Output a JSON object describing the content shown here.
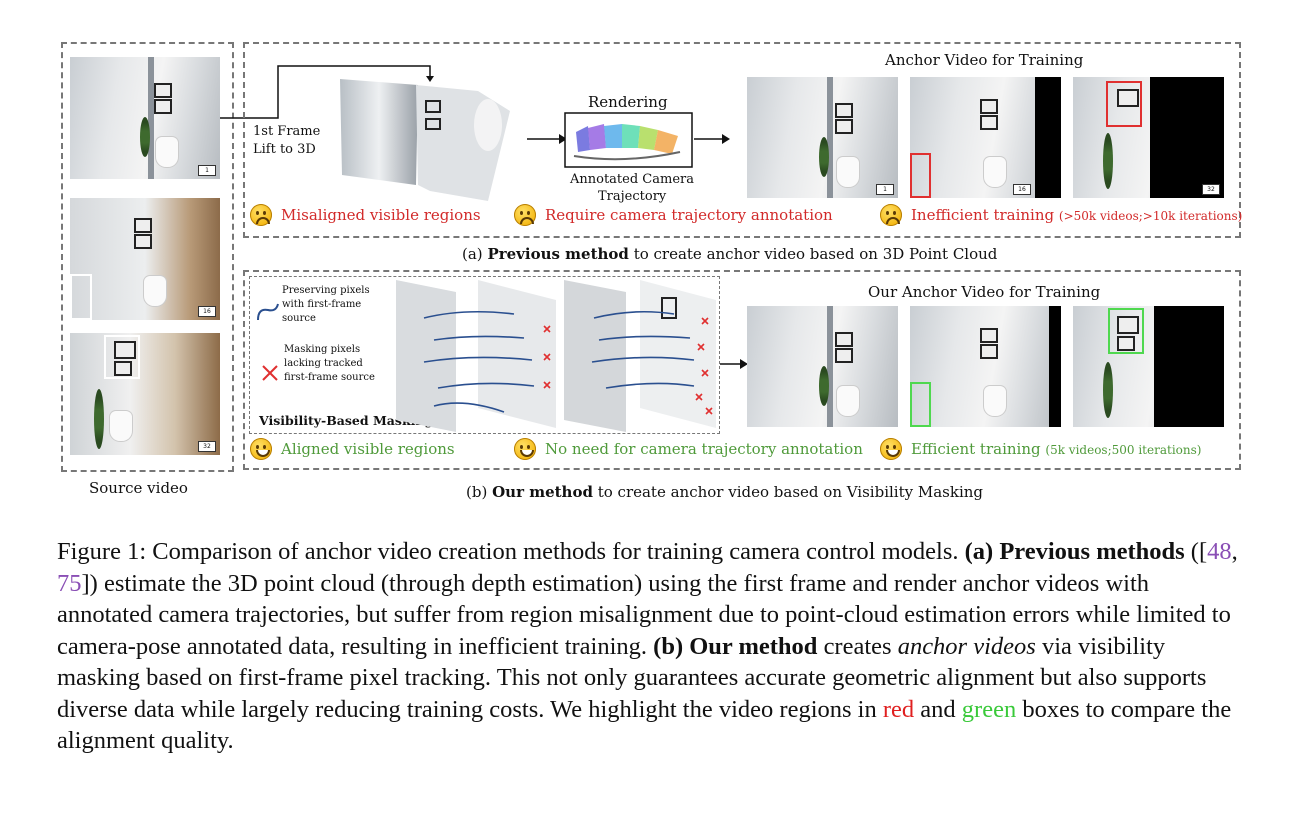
{
  "source": {
    "label": "Source video",
    "frames": [
      "1",
      "16",
      "32"
    ]
  },
  "panel_a": {
    "title": "Anchor Video for Training",
    "lift_line1": "1st Frame",
    "lift_line2": "Lift to 3D",
    "rendering": "Rendering",
    "annot_line1": "Annotated Camera",
    "annot_line2": "Trajectory",
    "frames": [
      "1",
      "16",
      "32"
    ],
    "issues": [
      {
        "text": "Misaligned visible regions"
      },
      {
        "text": "Require camera trajectory annotation"
      },
      {
        "text": "Inefficient training",
        "note": "(>50k videos;>10k iterations)"
      }
    ],
    "caption_prefix": "(a)",
    "caption_bold": "Previous method",
    "caption_rest": "to create anchor video based on 3D Point Cloud"
  },
  "panel_b": {
    "title": "Our Anchor Video for Training",
    "legend_preserve": [
      "Preserving pixels",
      "with first-frame",
      "source"
    ],
    "legend_mask": [
      "Masking pixels",
      "lacking tracked",
      "first-frame source"
    ],
    "masking_label": "Visibility-Based Masking",
    "benefits": [
      {
        "text": "Aligned visible regions"
      },
      {
        "text": "No need for camera trajectory annotation"
      },
      {
        "text": "Efficient training",
        "note": "(5k videos;500 iterations)"
      }
    ],
    "caption_prefix": "(b)",
    "caption_bold": "Our method",
    "caption_rest": "to create anchor video based on Visibility Masking"
  },
  "colors": {
    "bad": "#d22a2a",
    "good": "#4f9a3a",
    "red_box": "#e03030",
    "green_box": "#4fd84f",
    "cite": "#8a4fb5"
  },
  "caption": {
    "fig": "Figure 1:",
    "s1": "Comparison of anchor video creation methods for training camera control models.",
    "a": "(a)",
    "prev": "Previous methods",
    "open": "([",
    "c1": "48",
    "comma": ", ",
    "c2": "75",
    "close": "])",
    "s2": "estimate the 3D point cloud (through depth estimation) using the first frame and render anchor videos with annotated camera trajectories, but suffer from region misalignment due to point-cloud estimation errors while limited to camera-pose annotated data, resulting in inefficient training.",
    "b": "(b) Our method",
    "s3": "creates",
    "anchor": "anchor videos",
    "s4": "via visibility masking based on first-frame pixel tracking. This not only guarantees accurate geometric alignment but also supports diverse data while largely reducing training costs. We highlight the video regions in",
    "red": "red",
    "and": "and",
    "green": "green",
    "s5": "boxes to compare the alignment quality."
  }
}
